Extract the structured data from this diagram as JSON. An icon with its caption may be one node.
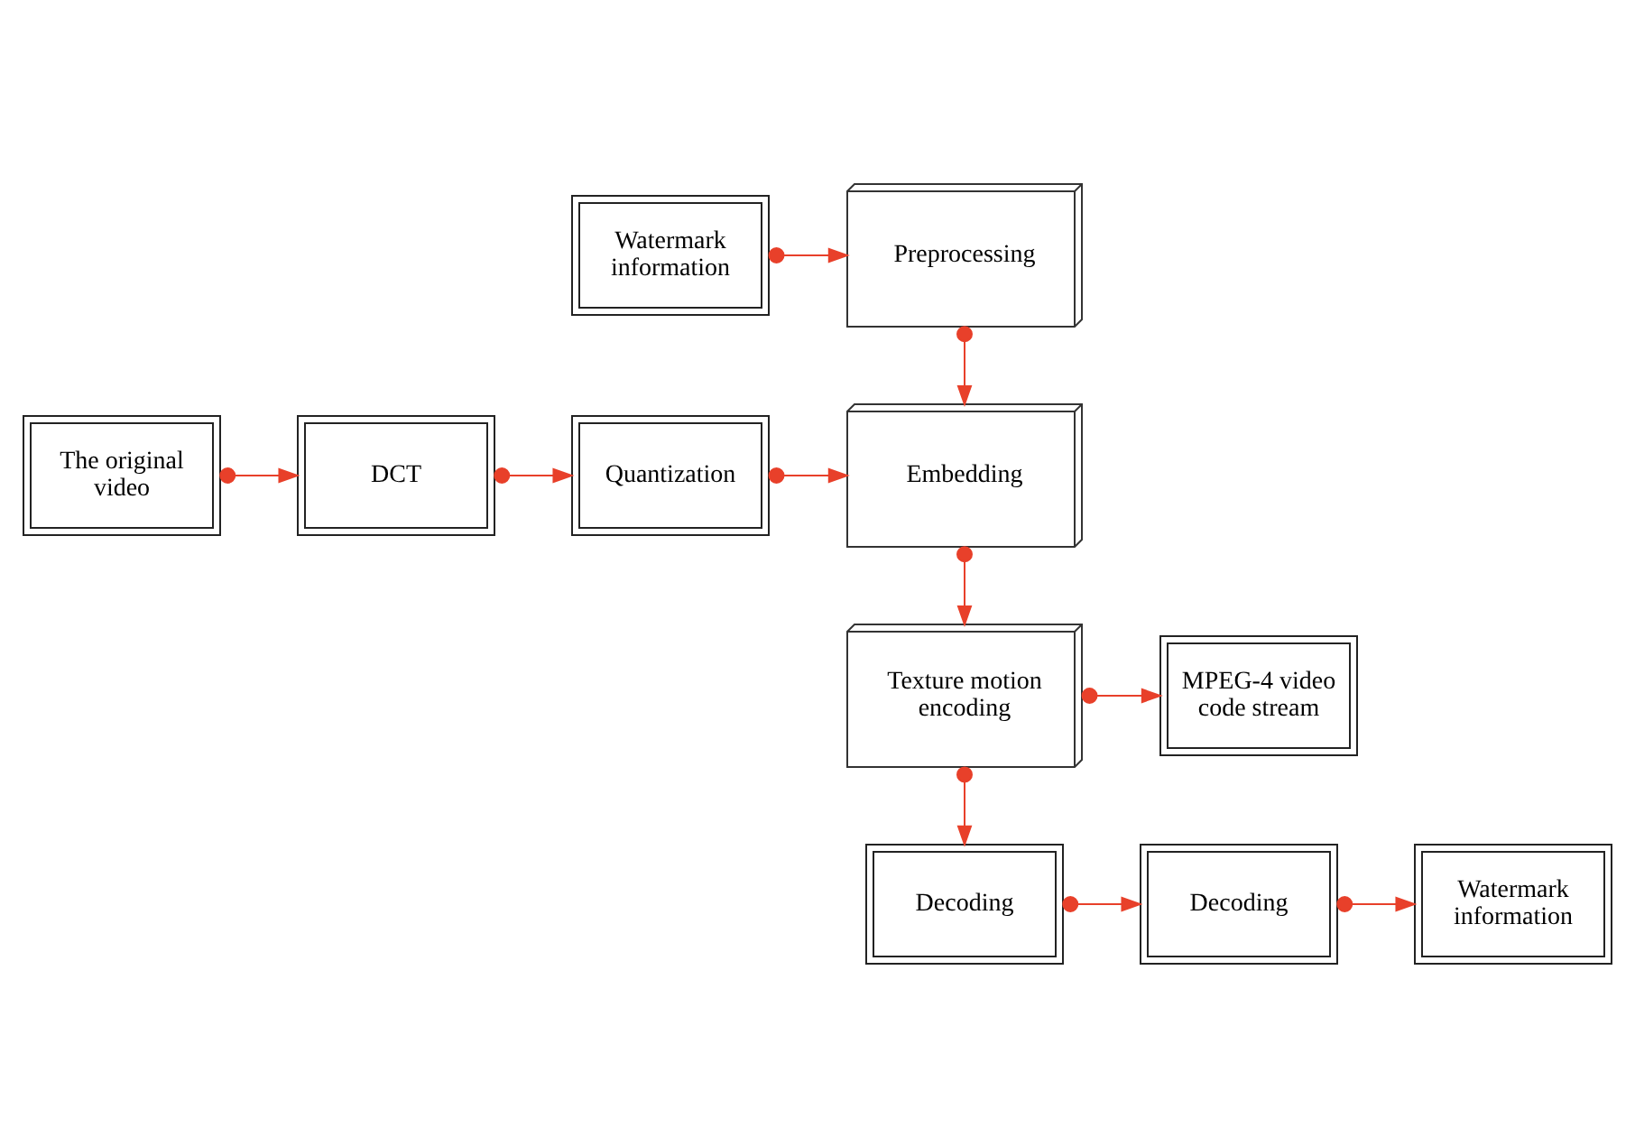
{
  "diagram": {
    "nodes": [
      {
        "text": [
          "Watermark information"
        ]
      },
      {
        "text": [
          "Preprocessing"
        ]
      },
      {
        "text": [
          "The original video"
        ]
      },
      {
        "text": [
          "DCT"
        ]
      },
      {
        "text": [
          "Quantization"
        ]
      },
      {
        "text": [
          "Embedding"
        ]
      },
      {
        "text": [
          "MPEG-4 video code stream"
        ]
      },
      {
        "text": [
          "Texture motion encoding"
        ]
      },
      {
        "text": [
          "Decoding"
        ]
      },
      {
        "text": [
          "Decoding"
        ]
      },
      {
        "text": [
          "Watermark information"
        ]
      }
    ],
    "edges": [
      {
        "from": 0,
        "to": 1,
        "arrow": "to"
      },
      {
        "from": 1,
        "to": 5,
        "arrow": "to"
      },
      {
        "from": 2,
        "to": 3,
        "arrow": "to"
      },
      {
        "from": 3,
        "to": 4,
        "arrow": "to"
      },
      {
        "from": 4,
        "to": 5,
        "arrow": "to"
      },
      {
        "from": 5,
        "to": 7,
        "arrow": "to"
      },
      {
        "from": 7,
        "to": 6,
        "arrow": "to"
      },
      {
        "from": 7,
        "to": 8,
        "arrow": "to"
      },
      {
        "from": 8,
        "to": 9,
        "arrow": "to"
      },
      {
        "from": 9,
        "to": 10,
        "arrow": "to"
      }
    ]
  }
}
